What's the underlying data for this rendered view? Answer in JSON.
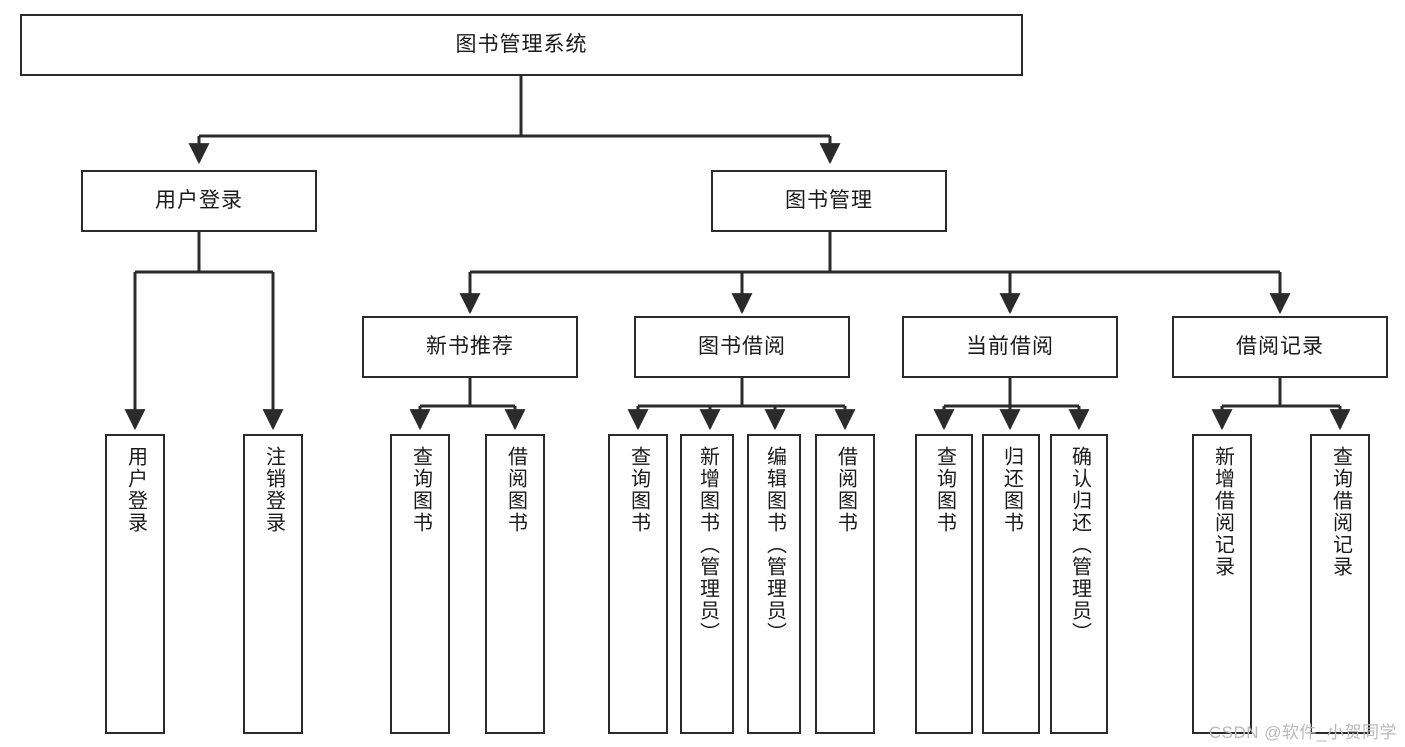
{
  "diagram": {
    "title": "图书管理系统",
    "type": "hierarchy-tree",
    "colors": {
      "box_border": "#2b2b2b",
      "box_fill": "#ffffff",
      "line": "#2b2b2b",
      "text": "#1a1a1a",
      "watermark": "#b9b9b9"
    },
    "watermark": "CSDN @软件_小贺同学",
    "levels": {
      "root": {
        "label": "图书管理系统"
      },
      "level2": [
        {
          "label": "用户登录"
        },
        {
          "label": "图书管理"
        }
      ],
      "level3": [
        {
          "label": "新书推荐"
        },
        {
          "label": "图书借阅"
        },
        {
          "label": "当前借阅"
        },
        {
          "label": "借阅记录"
        }
      ],
      "leaves_user_login": [
        {
          "label": "用户登录"
        },
        {
          "label": "注销登录"
        }
      ],
      "leaves_new_book": [
        {
          "label": "查询图书"
        },
        {
          "label": "借阅图书"
        }
      ],
      "leaves_borrow": [
        {
          "label": "查询图书"
        },
        {
          "label": "新增图书（管理员）"
        },
        {
          "label": "编辑图书（管理员）"
        },
        {
          "label": "借阅图书"
        }
      ],
      "leaves_current": [
        {
          "label": "查询图书"
        },
        {
          "label": "归还图书"
        },
        {
          "label": "确认归还（管理员）"
        }
      ],
      "leaves_record": [
        {
          "label": "新增借阅记录"
        },
        {
          "label": "查询借阅记录"
        }
      ]
    }
  }
}
